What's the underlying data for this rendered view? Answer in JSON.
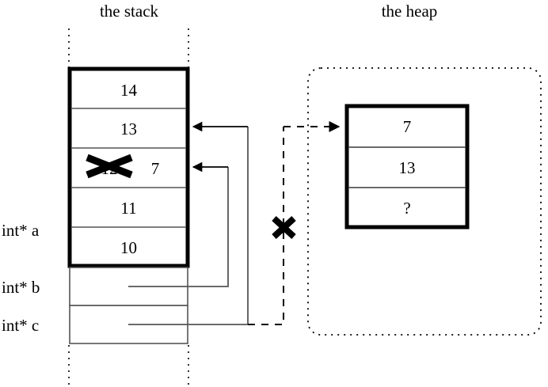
{
  "figure": {
    "kind": "memory-diagram",
    "stack_title": "the stack",
    "heap_title": "the heap"
  },
  "stack": {
    "title": "the stack",
    "cells": [
      {
        "value": "14",
        "struck": "",
        "note": ""
      },
      {
        "value": "13",
        "struck": "",
        "note": ""
      },
      {
        "value": "",
        "struck": "12",
        "note": "7"
      },
      {
        "value": "11",
        "struck": "",
        "note": ""
      },
      {
        "value": "10",
        "struck": "",
        "note": ""
      }
    ],
    "variables": [
      {
        "label": "int* a"
      },
      {
        "label": "int* b"
      },
      {
        "label": "int* c"
      }
    ]
  },
  "heap": {
    "title": "the heap",
    "cells": [
      {
        "value": "7"
      },
      {
        "value": "13"
      },
      {
        "value": "?"
      }
    ]
  },
  "markers": {
    "cross_out_value": "12",
    "new_value": "7",
    "broken_pointer": "x-cross-mark"
  },
  "colors": {
    "ink": "#000000",
    "paper": "#ffffff",
    "thin_rule": "#555555"
  }
}
